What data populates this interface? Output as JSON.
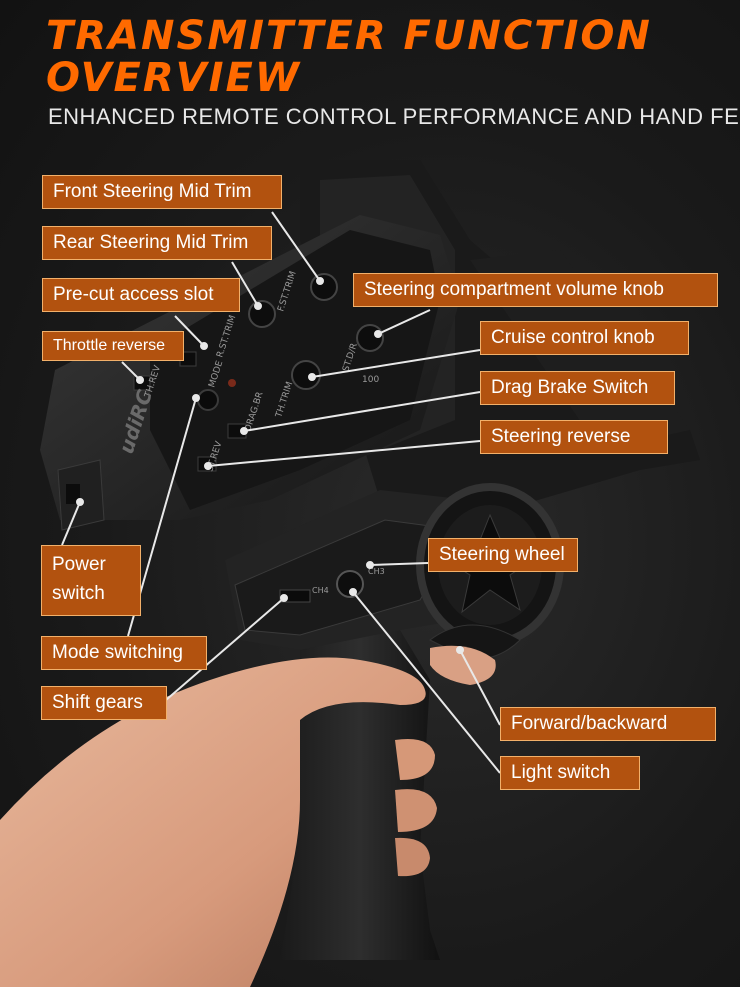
{
  "header": {
    "title_line1": "TRANSMITTER FUNCTION",
    "title_line2": "OVERVIEW",
    "subtitle": "ENHANCED REMOTE CONTROL PERFORMANCE AND HAND FEEL"
  },
  "labels": {
    "front_steering_mid_trim": "Front Steering Mid Trim",
    "rear_steering_mid_trim": "Rear Steering Mid Trim",
    "pre_cut_access_slot": "Pre-cut access slot",
    "throttle_reverse": "Throttle reverse",
    "steering_compartment_volume_knob": "Steering compartment volume knob",
    "cruise_control_knob": "Cruise control knob",
    "drag_brake_switch": "Drag Brake Switch",
    "steering_reverse": "Steering reverse",
    "steering_wheel": "Steering wheel",
    "power_switch_line1": "Power",
    "power_switch_line2": "switch",
    "mode_switching": "Mode switching",
    "shift_gears": "Shift gears",
    "forward_backward": "Forward/backward",
    "light_switch": "Light switch"
  },
  "device_text": {
    "brand": "udiRC",
    "f_st_trim": "F.ST.TRIM",
    "r_st_trim": "R.ST.TRIM",
    "st_dr": "ST.D/R",
    "th_trim": "TH.TRIM",
    "th_rev": "TH.REV",
    "st_rev": "ST.REV",
    "mode": "MODE",
    "drag_br": "DRAG.BR",
    "ch3": "CH3",
    "ch4": "CH4",
    "value_100": "100"
  },
  "colors": {
    "accent": "#ff6a00",
    "label_fill": "#b2520f",
    "label_border": "#f2b06a",
    "background": "#1b1b1b"
  }
}
